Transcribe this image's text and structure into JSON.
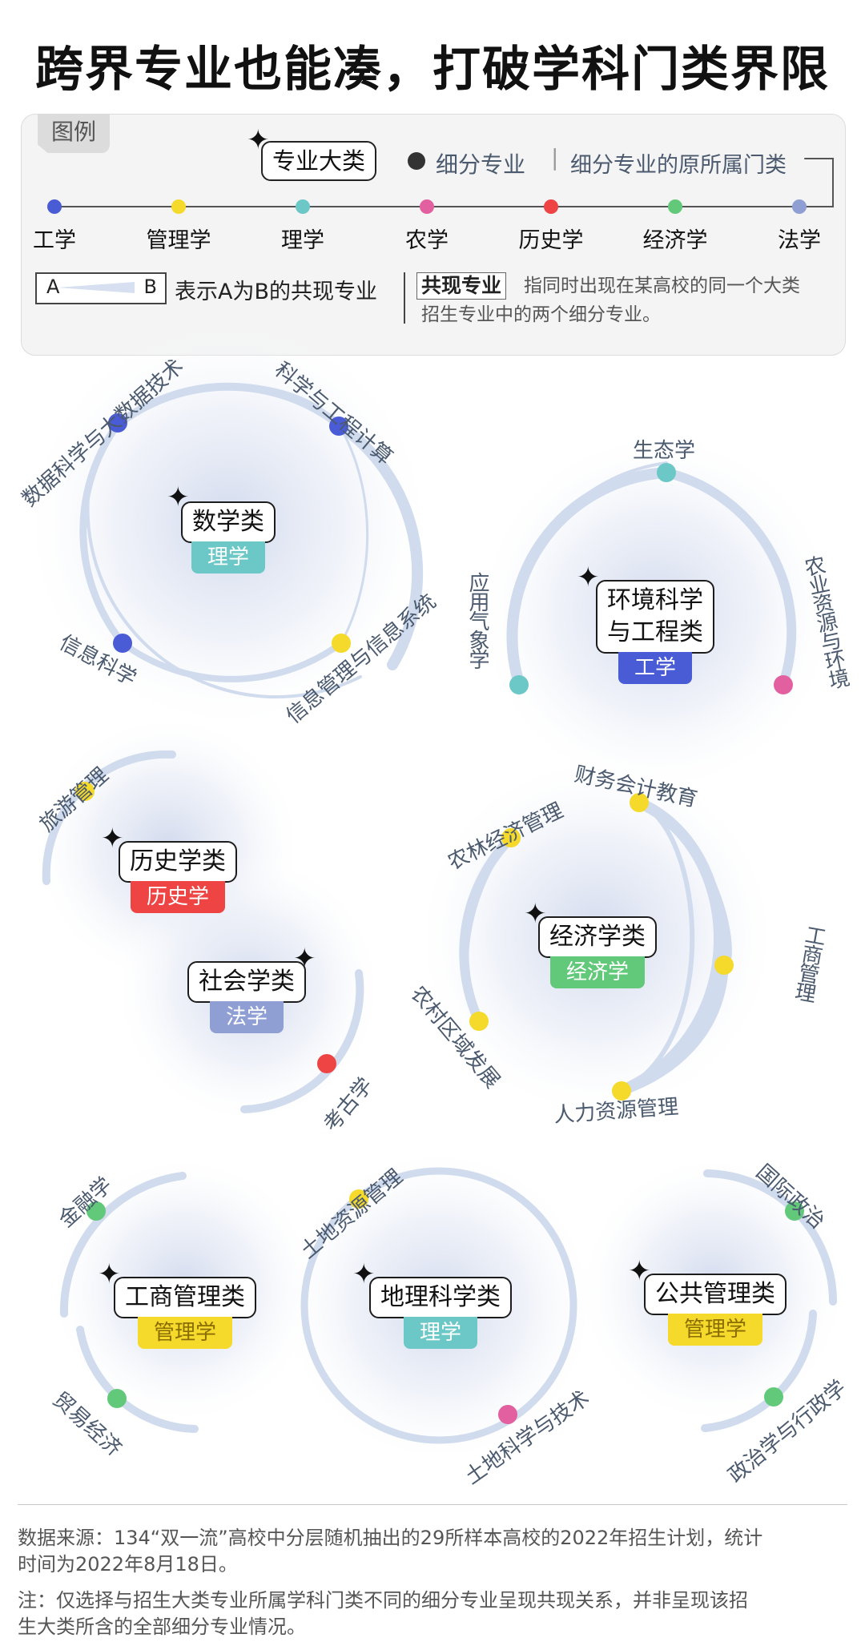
{
  "title": "跨界专业也能凑，打破学科门类界限",
  "legend": {
    "tab": "图例",
    "major_label": "专业大类",
    "sub_label": "细分专业",
    "origin_label": "细分专业的原所属门类",
    "disciplines": [
      {
        "name": "工学",
        "color": "#4a5bd6"
      },
      {
        "name": "管理学",
        "color": "#f5d92b"
      },
      {
        "name": "理学",
        "color": "#6cc7c7"
      },
      {
        "name": "农学",
        "color": "#e360a0"
      },
      {
        "name": "历史学",
        "color": "#ee4444"
      },
      {
        "name": "经济学",
        "color": "#62c97a"
      },
      {
        "name": "法学",
        "color": "#8f9fd4"
      }
    ],
    "ab_a": "A",
    "ab_b": "B",
    "ab_text": "表示A为B的共现专业",
    "cooccur_tag": "共现专业",
    "cooccur_desc_1": "指同时出现在某高校的同一个大类",
    "cooccur_desc_2": "招生专业中的两个细分专业。"
  },
  "categories": {
    "math": {
      "name": "数学类",
      "discipline": "理学",
      "color": "#6cc7c7"
    },
    "env": {
      "name_1": "环境科学",
      "name_2": "与工程类",
      "discipline": "工学",
      "color": "#4a5bd6"
    },
    "history": {
      "name": "历史学类",
      "discipline": "历史学",
      "color": "#ee4444"
    },
    "sociology": {
      "name": "社会学类",
      "discipline": "法学",
      "color": "#8f9fd4"
    },
    "economics": {
      "name": "经济学类",
      "discipline": "经济学",
      "color": "#62c97a"
    },
    "business": {
      "name": "工商管理类",
      "discipline": "管理学",
      "color": "#f5d92b"
    },
    "geography": {
      "name": "地理科学类",
      "discipline": "理学",
      "color": "#6cc7c7"
    },
    "public": {
      "name": "公共管理类",
      "discipline": "管理学",
      "color": "#f5d92b"
    }
  },
  "subs": {
    "m1": "数据科学与大数据技术",
    "m2": "科学与工程计算",
    "m3": "信息科学",
    "m4": "信息管理与信息系统",
    "e1": "生态学",
    "e2": "应用气象学",
    "e3": "农业资源与环境",
    "h1": "旅游管理",
    "s1": "考古学",
    "c1": "农林经济管理",
    "c2": "财务会计教育",
    "c3": "工商管理",
    "c4": "农村区域发展",
    "c5": "人力资源管理",
    "b1": "金融学",
    "b2": "贸易经济",
    "g1": "土地资源管理",
    "g2": "土地科学与技术",
    "p1": "国际政治",
    "p2": "政治学与行政学"
  },
  "footer": {
    "source_1": "数据来源：134“双一流”高校中分层随机抽出的29所样本高校的2022年招生计划，统计",
    "source_2": "时间为2022年8月18日。",
    "note_1": "注：仅选择与招生大类专业所属学科门类不同的细分专业呈现共现关系，并非呈现该招",
    "note_2": "生大类所含的全部细分专业情况。"
  }
}
